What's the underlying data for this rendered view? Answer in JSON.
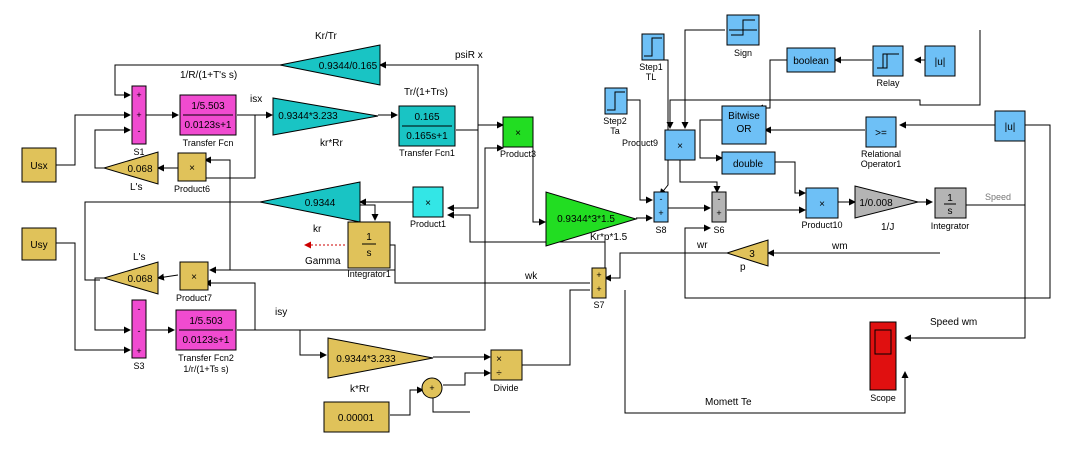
{
  "colors": {
    "gold": "#e0c25a",
    "magenta": "#f04bd0",
    "teal": "#19c4c4",
    "teal_dark": "#13b3b3",
    "green": "#22dd22",
    "light_blue": "#6ec0f6",
    "gray": "#b4b4b4",
    "red": "#e01010",
    "cyan": "#33e6e6"
  },
  "blocks": {
    "usx": "Usx",
    "usy": "Usy",
    "s1": "S1",
    "s3": "S3",
    "s6": "S6",
    "s7": "S7",
    "s8": "S8",
    "tf_num": "1/5.503",
    "tf_den": "0.0123s+1",
    "tf_name": "Transfer Fcn",
    "tf2_num": "1/5.503",
    "tf2_den": "0.0123s+1",
    "tf2_name": "Transfer Fcn2",
    "tf1_num": "0.165",
    "tf1_den": "0.165s+1",
    "tf1_name": "Transfer Fcn1",
    "gain_krtr": "0.9344/0.165",
    "gain_krrr": "0.9344*3.233",
    "gain_krrr2": "0.9344*3.233",
    "gain_kr": "0.9344",
    "gain_krp": "0.9344*3*1.5",
    "gain_ls": "0.068",
    "gain_ls2": "0.068",
    "gain_j": "1/0.008",
    "gain_p": "3",
    "mult_sym": "×",
    "div_sym": "÷",
    "product1": "Product1",
    "product3": "Product3",
    "product6": "Product6",
    "product7": "Product7",
    "product9": "Product9",
    "product10": "Product10",
    "divide": "Divide",
    "integrator": "Integrator",
    "integrator1": "Integrator1",
    "int_sym_num": "1",
    "int_sym_den": "s",
    "const_val": "0.00001",
    "sign": "Sign",
    "abs_sym": "|u|",
    "boolean": "boolean",
    "relay": "Relay",
    "bitwise_1": "Bitwise",
    "bitwise_2": "OR",
    "double": "double",
    "rel_sym": ">=",
    "rel_name_1": "Relational",
    "rel_name_2": "Operator1",
    "step1_1": "Step1",
    "step1_2": "TL",
    "step2_1": "Step2",
    "step2_2": "Ta",
    "scope": "Scope"
  },
  "labels": {
    "kr_tr": "Kr/Tr",
    "psir_x": "psiR x",
    "r_t": "1/R/(1+T's s)",
    "tr_trs": "Tr/(1+Trs)",
    "isx": "isx",
    "kr_rr": "kr*Rr",
    "ls1": "L's",
    "ls2": "L's",
    "kr": "kr",
    "gamma": "Gamma",
    "wk": "wk",
    "isy": "isy",
    "r_ts": "1/r/(1+Ts s)",
    "kr_rr2": "k*Rr",
    "krp": "Kr*p*1.5",
    "wr": "wr",
    "wm": "wm",
    "speed": "Speed",
    "speed_wm": "Speed wm",
    "momett": "Momett Te",
    "j": "1/J",
    "p": "p"
  }
}
